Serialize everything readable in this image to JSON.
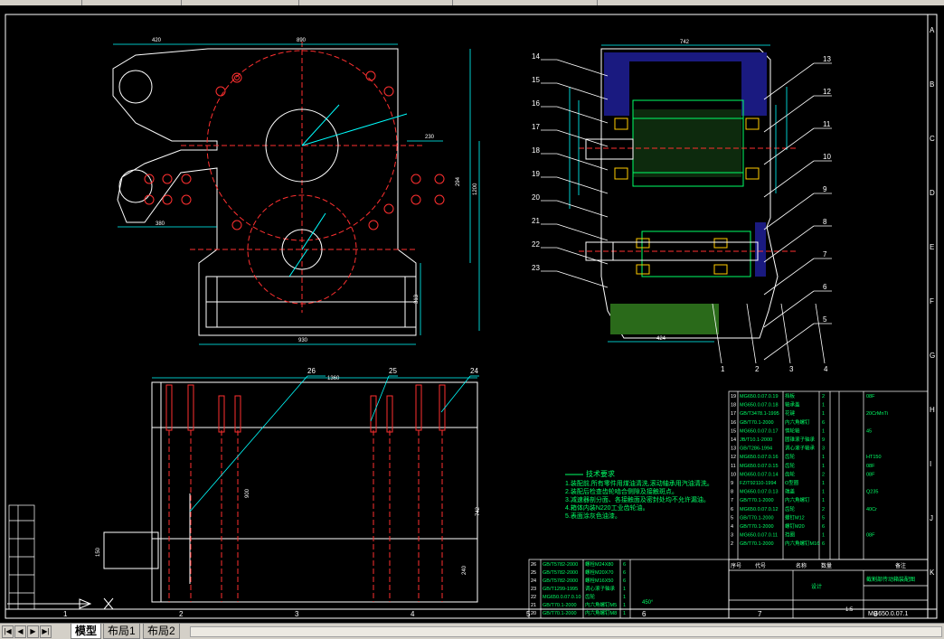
{
  "tabs": [
    {
      "label": "模型",
      "active": true
    },
    {
      "label": "布局1",
      "active": false
    },
    {
      "label": "布局2",
      "active": false
    }
  ],
  "nav_buttons": [
    "|◀",
    "◀",
    "▶",
    "▶|"
  ],
  "drawing": {
    "dimensions": {
      "front_top_1": "420",
      "front_top_2": "890",
      "front_right_w": "230",
      "front_right_h1": "294",
      "front_right_h2": "1200",
      "front_bottom_w": "930",
      "front_bottom_h": "313",
      "front_left_w": "380",
      "section_top": "742",
      "section_bottom": "424",
      "plan_top": "1360",
      "plan_h": "742",
      "plan_h2": "900",
      "plan_left": "150",
      "plan_b1": "240"
    },
    "plan_balloons": [
      "26",
      "25",
      "24"
    ],
    "section_left_balloons": [
      "14",
      "15",
      "16",
      "17",
      "18",
      "19",
      "20",
      "21",
      "22",
      "23"
    ],
    "section_right_balloons": [
      "13",
      "12",
      "11",
      "10",
      "9",
      "8",
      "7",
      "6",
      "5"
    ],
    "section_bottom_balloons": [
      "1",
      "2",
      "3",
      "4"
    ],
    "tech_title": "技术要求",
    "tech_lines": [
      "1.装配前,所有零件用煤油清洗,滚动轴承用汽油清洗。",
      "2.装配后检查齿轮啮合侧隙及接触斑点。",
      "3.减速器剖分面、各接触面及密封处均不允许漏油。",
      "4.箱体内装N220工业齿轮油。",
      "5.表面涂灰色油漆。"
    ],
    "border_letters_right": [
      "A",
      "B",
      "C",
      "D",
      "E",
      "F",
      "G",
      "H",
      "I",
      "J",
      "K"
    ],
    "border_numbers_bottom": [
      "1",
      "2",
      "3",
      "4",
      "5",
      "6",
      "7",
      "8"
    ],
    "bom_rows": [
      [
        "19",
        "MG650.0.07.0.19",
        "挡板",
        "2",
        "",
        "08F"
      ],
      [
        "18",
        "MG650.0.07.0.18",
        "轴承盖",
        "1",
        "",
        ""
      ],
      [
        "17",
        "GB/T3478.1-1995",
        "花键",
        "1",
        "",
        "20CrMnTi"
      ],
      [
        "16",
        "GB/T70.1-2000",
        "内六角螺钉",
        "6",
        "",
        ""
      ],
      [
        "15",
        "MG650.0.07.0.17",
        "惰轮轴",
        "1",
        "",
        "45"
      ],
      [
        "14",
        "JB/T10.1-2000",
        "圆锥滚子轴承",
        "9",
        "",
        ""
      ],
      [
        "13",
        "GB/T286-1994",
        "调心滚子轴承",
        "3",
        "",
        ""
      ],
      [
        "12",
        "MG650.0.07.0.16",
        "齿轮",
        "1",
        "",
        "HT150"
      ],
      [
        "11",
        "MG650.0.07.0.15",
        "齿轮",
        "1",
        "",
        "08F"
      ],
      [
        "10",
        "MG650.0.07.0.14",
        "齿轮",
        "2",
        "",
        "08F"
      ],
      [
        "9",
        "FZ/T92110-1994",
        "O型圈",
        "1",
        "",
        ""
      ],
      [
        "8",
        "MG650.0.07.0.13",
        "端盖",
        "1",
        "",
        "Q235"
      ],
      [
        "7",
        "GB/T70.1-2000",
        "内六角螺钉",
        "1",
        "",
        ""
      ],
      [
        "6",
        "MG650.0.07.0.12",
        "齿轮",
        "2",
        "",
        "40Cr"
      ],
      [
        "5",
        "GB/T70.1-2000",
        "螺钉M12",
        "5",
        "",
        ""
      ],
      [
        "4",
        "GB/T70.1-2000",
        "螺钉M20",
        "6",
        "",
        ""
      ],
      [
        "3",
        "MG650.0.07.0.11",
        "挡圈",
        "1",
        "",
        "08F"
      ],
      [
        "2",
        "GB/T70.1-2000",
        "内六角螺钉M16",
        "6",
        "",
        ""
      ]
    ],
    "bom_headers": [
      "序号",
      "代号",
      "名称",
      "数量",
      "备注"
    ],
    "bom2_rows": [
      [
        "26",
        "GB/T5782-2000",
        "螺栓M24X80",
        "6"
      ],
      [
        "25",
        "GB/T5782-2000",
        "螺栓M20X70",
        "6"
      ],
      [
        "24",
        "GB/T5782-2000",
        "螺栓M16X50",
        "6"
      ],
      [
        "23",
        "GB/T1299-1995",
        "调心滚子轴承",
        "1"
      ],
      [
        "22",
        "MG650.0.07.0.10",
        "齿轮",
        "1"
      ],
      [
        "21",
        "GB/T70.1-2000",
        "内六角螺钉M5",
        "1"
      ],
      [
        "20",
        "GB/T70.1-2000",
        "内六角螺钉M8",
        "1"
      ]
    ],
    "title_block": {
      "drawing_name": "截割部传动箱装配图",
      "scale": "1:5",
      "drawing_number": "MG650.0.07.1",
      "school_label": "设计",
      "small_note": "450°"
    }
  }
}
